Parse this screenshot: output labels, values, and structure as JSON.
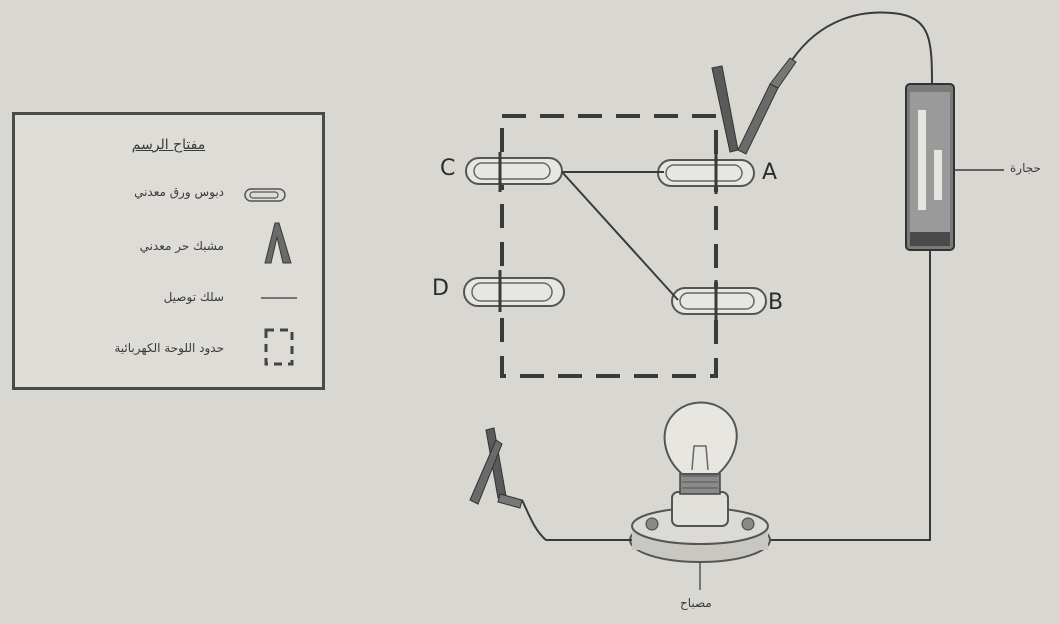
{
  "legend": {
    "title": "مفتاح الرسم",
    "items": [
      {
        "label": "دبوس ورق معدني",
        "icon": "paperclip-icon"
      },
      {
        "label": "مشبك حر معدني",
        "icon": "alligator-clip-icon"
      },
      {
        "label": "سلك توصيل",
        "icon": "wire-icon"
      },
      {
        "label": "حدود اللوحة الكهربائية",
        "icon": "dashed-square-icon"
      }
    ]
  },
  "points": {
    "a": "A",
    "b": "B",
    "c": "C",
    "d": "D"
  },
  "components": {
    "battery": "حجارة",
    "lamp": "مصباح"
  }
}
